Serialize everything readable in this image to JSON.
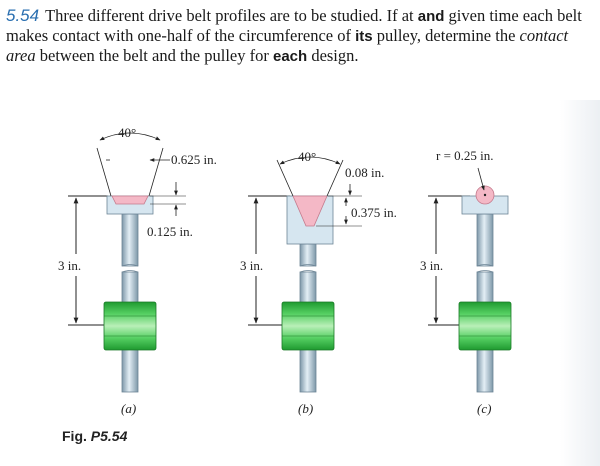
{
  "problem": {
    "number": "5.54",
    "seg1": "Three different drive belt profiles are to be studied. If at",
    "w_and": "and",
    "seg2": "given time each belt makes contact with one-half of the circumference of",
    "w_its": "its",
    "seg3": "pulley, determine the",
    "emph": "contact area",
    "seg4": "between the belt and the pulley for",
    "w_each": "each",
    "seg5": "design."
  },
  "figures": {
    "a": {
      "label": "(a)",
      "angle": "40°",
      "top_width": "0.625 in.",
      "depth": "0.125 in.",
      "height": "3 in."
    },
    "b": {
      "label": "(b)",
      "angle": "40°",
      "bottom_width": "0.08 in.",
      "depth": "0.375 in.",
      "height": "3 in."
    },
    "c": {
      "label": "(c)",
      "radius": "r = 0.25 in.",
      "height": "3 in."
    }
  },
  "caption": {
    "prefix": "Fig.",
    "id": "P5.54"
  },
  "colors": {
    "belt": "#f4b8c6",
    "pulley": "#d6e6f0",
    "shaft": "#9fb8c8",
    "green": "#3fbf4f",
    "green_dark": "#1f9a30",
    "green_light": "#a8e6a8",
    "problem_number": "#2a6fb0"
  }
}
